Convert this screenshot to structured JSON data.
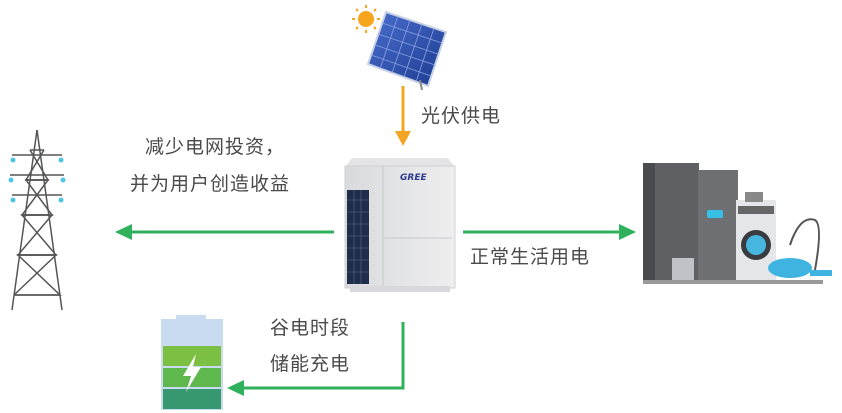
{
  "labels": {
    "solar": "光伏供电",
    "grid_line1": "减少电网投资，",
    "grid_line2": "并为用户创造收益",
    "home": "正常生活用电",
    "storage_line1": "谷电时段",
    "storage_line2": "储能充电"
  },
  "logo": "GREE",
  "colors": {
    "green_arrow": "#2fb05a",
    "orange_arrow": "#f5a524"
  }
}
